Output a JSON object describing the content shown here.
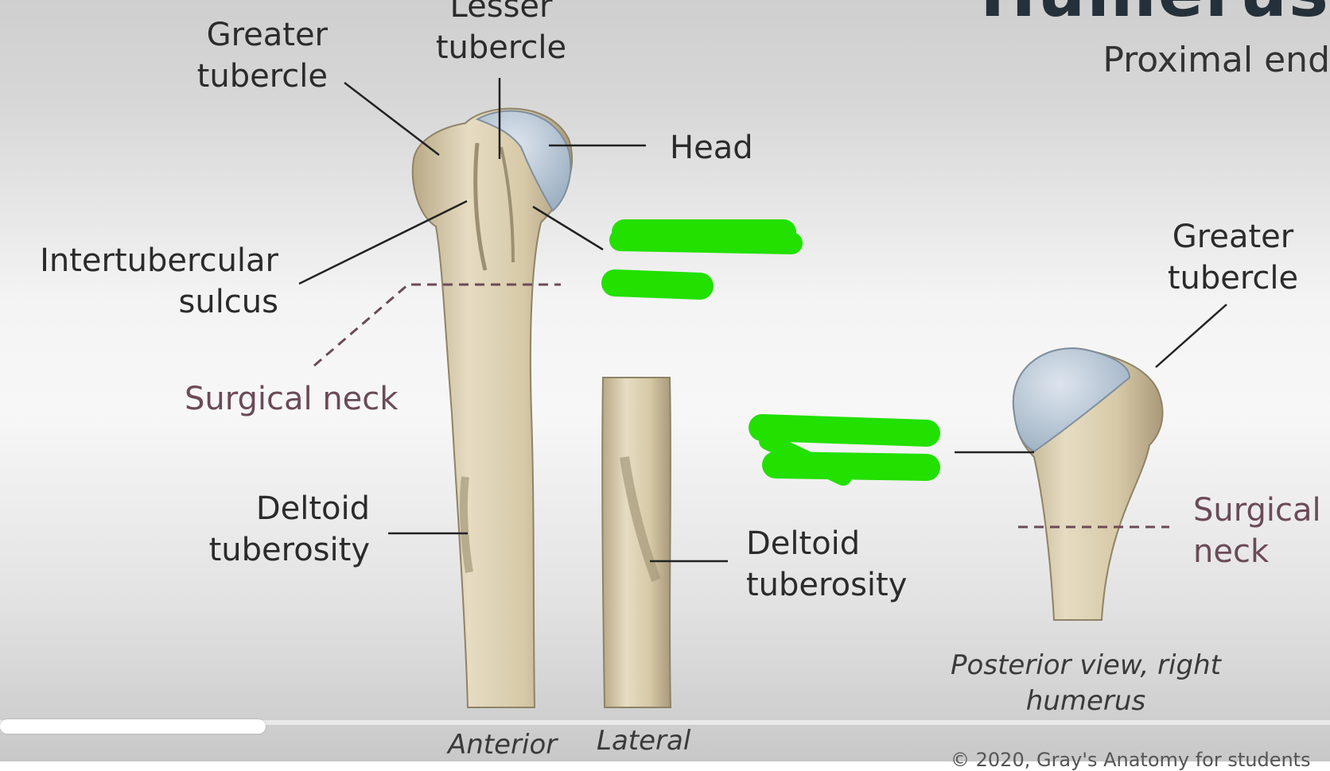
{
  "header": {
    "title": "Humerus",
    "subtitle": "Proximal end"
  },
  "labels": {
    "greater_tubercle": "Greater\ntubercle",
    "lesser_tubercle": "Lesser\ntubercle",
    "head": "Head",
    "intertubercular_sulcus": "Intertubercular\nsulcus",
    "surgical_neck": "Surgical neck",
    "deltoid_tuberosity_anterior": "Deltoid\ntuberosity",
    "deltoid_tuberosity_lateral": "Deltoid\ntuberosity",
    "greater_tubercle_posterior": "Greater\ntubercle",
    "surgical_neck_posterior": "Surgical\nneck",
    "posterior_caption": "Posterior view, right\nhumerus",
    "anterior_caption": "Anterior",
    "lateral_caption": "Lateral",
    "copyright": "© 2020, Gray's Anatomy for students"
  },
  "player": {
    "progress_fraction": 0.2
  },
  "colors": {
    "bone": "#d8ccac",
    "cartilage": "#b8c6d4",
    "highlight_marker": "#22e000",
    "neck_line": "#6b4a58"
  }
}
